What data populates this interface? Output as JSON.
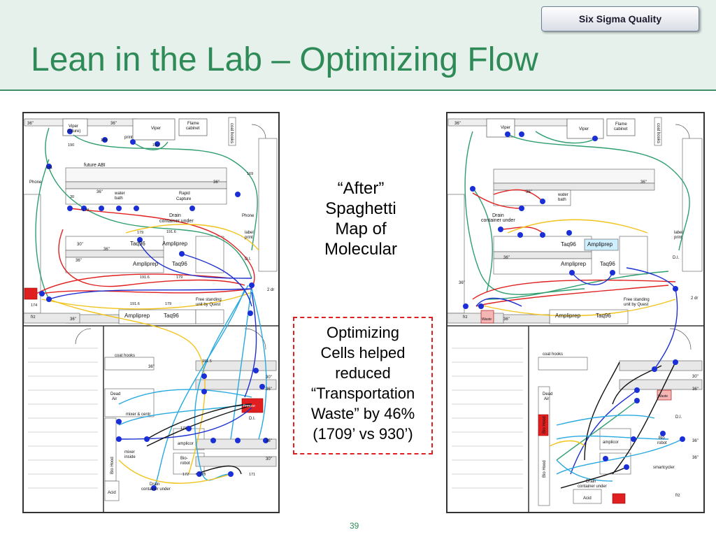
{
  "header": {
    "badge": "Six Sigma Quality",
    "title": "Lean in the Lab – Optimizing Flow"
  },
  "caption": {
    "lines": [
      "“After”",
      "Spaghetti",
      "Map of",
      "Molecular"
    ]
  },
  "waste_callout": {
    "lines": [
      "Optimizing",
      "Cells helped",
      "reduced",
      "“Transportation",
      "Waste” by 46%",
      "(1709’ vs 930’)"
    ]
  },
  "page_number": "39",
  "before_plan": {
    "labels": {
      "viper_future": "Viper",
      "viper_future2": "(future)",
      "viper": "Viper",
      "flame": "Flame",
      "flame2": "cabinet",
      "coat_hooks": "coat hooks",
      "coat_hooks_lower": "coat hooks",
      "print": "print",
      "future_abi": "future ABI",
      "phone": "Phone",
      "phone2": "Phone",
      "water_bath": "water",
      "water_bath2": "bath",
      "rapid": "Rapid",
      "rapid2": "Capture",
      "drain": "Drain",
      "drain2": "container under",
      "label_print": "label",
      "label_print2": "print",
      "taq96_a": "Taq96",
      "amplprep_a": "Ampliprep",
      "amplprep_b": "Ampliprep",
      "taq96_b": "Taq96",
      "amplprep_c": "Ampliprep",
      "taq96_c": "Taq96",
      "di": "D.I.",
      "di2": "D.I.",
      "free_standing": "Free standing",
      "free_standing2": "unit by Quest",
      "frz": "frz",
      "fridge": "2 dr",
      "dead_air": "Dead",
      "dead_air2": "Air",
      "mixer": "mixer &  centr",
      "mixer_inside": "mixer",
      "mixer_inside2": "inside",
      "bio_hood": "Bio Hood",
      "acid": "Acid",
      "amplicor": "amplicor",
      "bio_robot": "Bio-",
      "bio_robot2": "robot",
      "drain_lower": "Drain",
      "drain_lower2": "container under",
      "freezer": "Freezer"
    },
    "dims": [
      "36\"",
      "36\"",
      "36\"",
      "36\"",
      "30\"",
      "36\"",
      "36\"",
      "36\"",
      "36\"",
      "30\"",
      "36\"",
      "36\"",
      "30\""
    ],
    "numbers": [
      "190",
      "189",
      "190",
      "191",
      "169",
      "30",
      "178",
      "179",
      "191.6",
      "191.6",
      "179",
      "191.6",
      "179",
      "174",
      "191.5",
      "172",
      "173",
      "171",
      "178"
    ]
  },
  "after_plan": {
    "labels": {
      "viper_a": "Viper",
      "viper_b": "Viper",
      "flame": "Flame",
      "flame2": "cabinet",
      "coat_hooks": "coat hooks",
      "coat_hooks_lower": "coat hooks",
      "drain": "Drain",
      "drain2": "container under",
      "water_bath": "water",
      "water_bath2": "bath",
      "taq96_a": "Taq96",
      "amplprep_a": "Ampliprep",
      "amplprep_b": "Ampliprep",
      "taq96_b": "Taq96",
      "amplprep_c": "Ampliprep",
      "taq96_c": "Taq96",
      "label_print": "label",
      "label_print2": "print",
      "di": "D.I.",
      "di2": "D.I.",
      "free_standing": "Free standing",
      "free_standing2": "unit by Quest",
      "frz": "frz",
      "frz2": "frz",
      "waste": "Waste",
      "waste2": "Waste",
      "fridge": "2 dr",
      "dead_air": "Dead",
      "dead_air2": "Air",
      "bio_hood": "Bio Hood",
      "bio_hood2": "Bio Hood",
      "acid": "Acid",
      "amplicor": "amplicor",
      "bio_robot": "Bio",
      "bio_robot2": "robot",
      "drain_lower": "Drain",
      "drain_lower2": "container under",
      "smartcycler": "smartcycler"
    },
    "dims": [
      "36\"",
      "36\"",
      "36\"",
      "36\"",
      "36\"",
      "36\"",
      "30\"",
      "36\"",
      "36\"",
      "36\""
    ]
  },
  "colors": {
    "title_green": "#2e8b57",
    "route_red": "#e02020",
    "route_blue": "#1c2fd0",
    "route_green": "#2e9e6e",
    "route_cyan": "#27a9e1",
    "route_yellow": "#f2c31b",
    "route_black": "#111111",
    "node_blue": "#1a2fd6"
  }
}
